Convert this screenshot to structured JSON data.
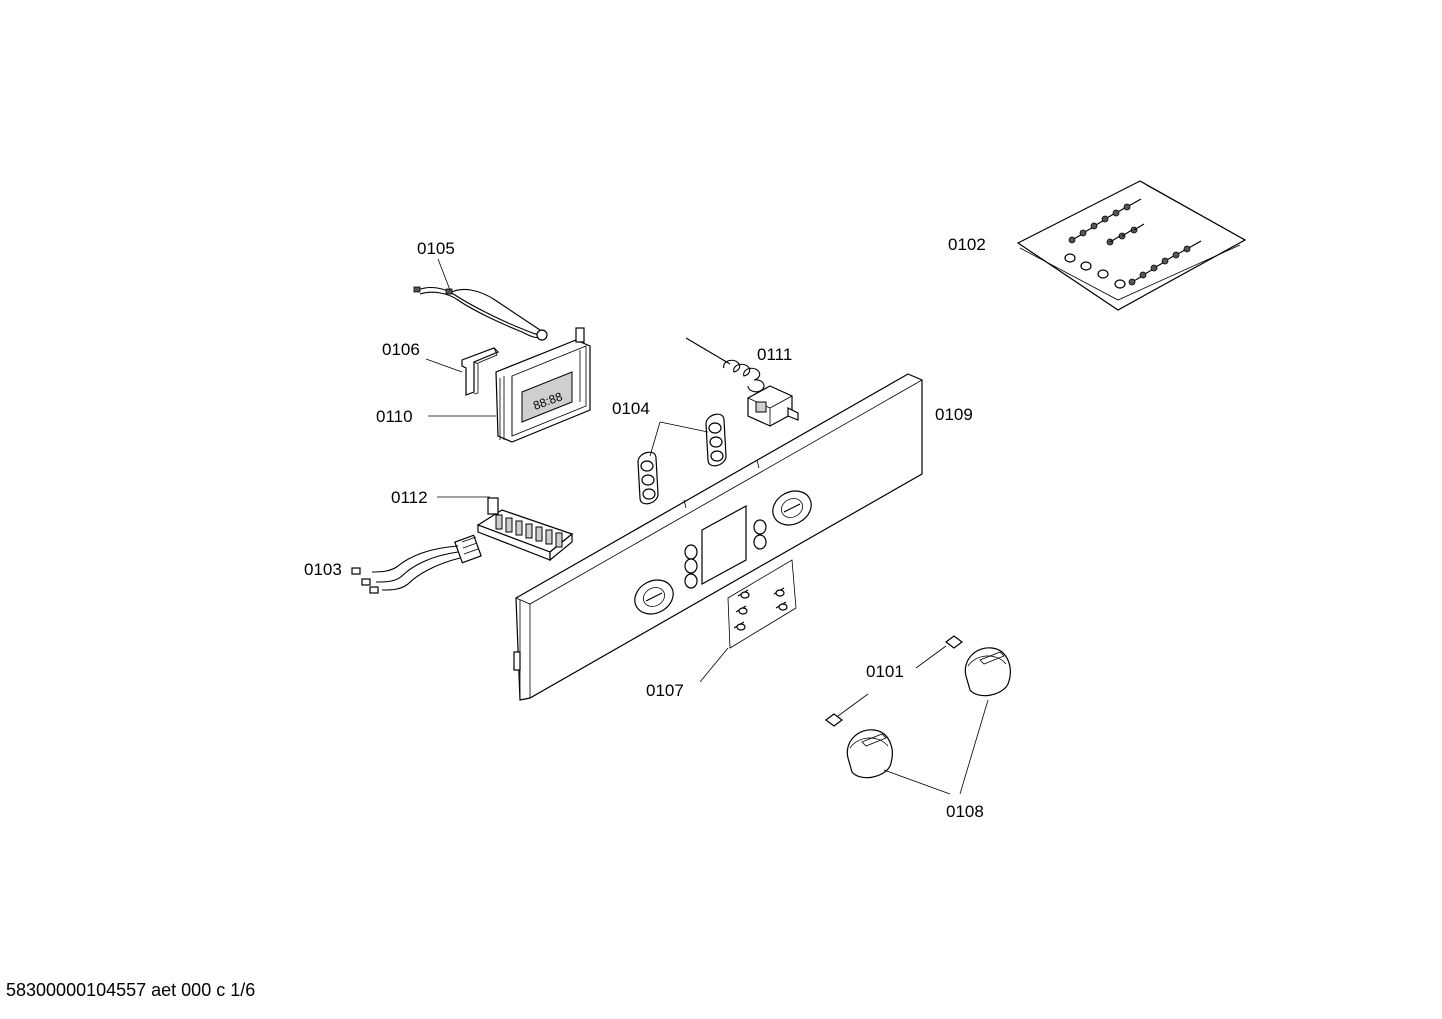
{
  "parts": [
    {
      "id": "p0101",
      "label": "0101"
    },
    {
      "id": "p0102",
      "label": "0102"
    },
    {
      "id": "p0103",
      "label": "0103"
    },
    {
      "id": "p0104",
      "label": "0104"
    },
    {
      "id": "p0105",
      "label": "0105"
    },
    {
      "id": "p0106",
      "label": "0106"
    },
    {
      "id": "p0107",
      "label": "0107"
    },
    {
      "id": "p0108",
      "label": "0108"
    },
    {
      "id": "p0109",
      "label": "0109"
    },
    {
      "id": "p0110",
      "label": "0110"
    },
    {
      "id": "p0111",
      "label": "0111"
    },
    {
      "id": "p0112",
      "label": "0112"
    }
  ],
  "footer": {
    "text": "58300000104557 aet 000 c 1/6"
  },
  "display_text": "88:88"
}
